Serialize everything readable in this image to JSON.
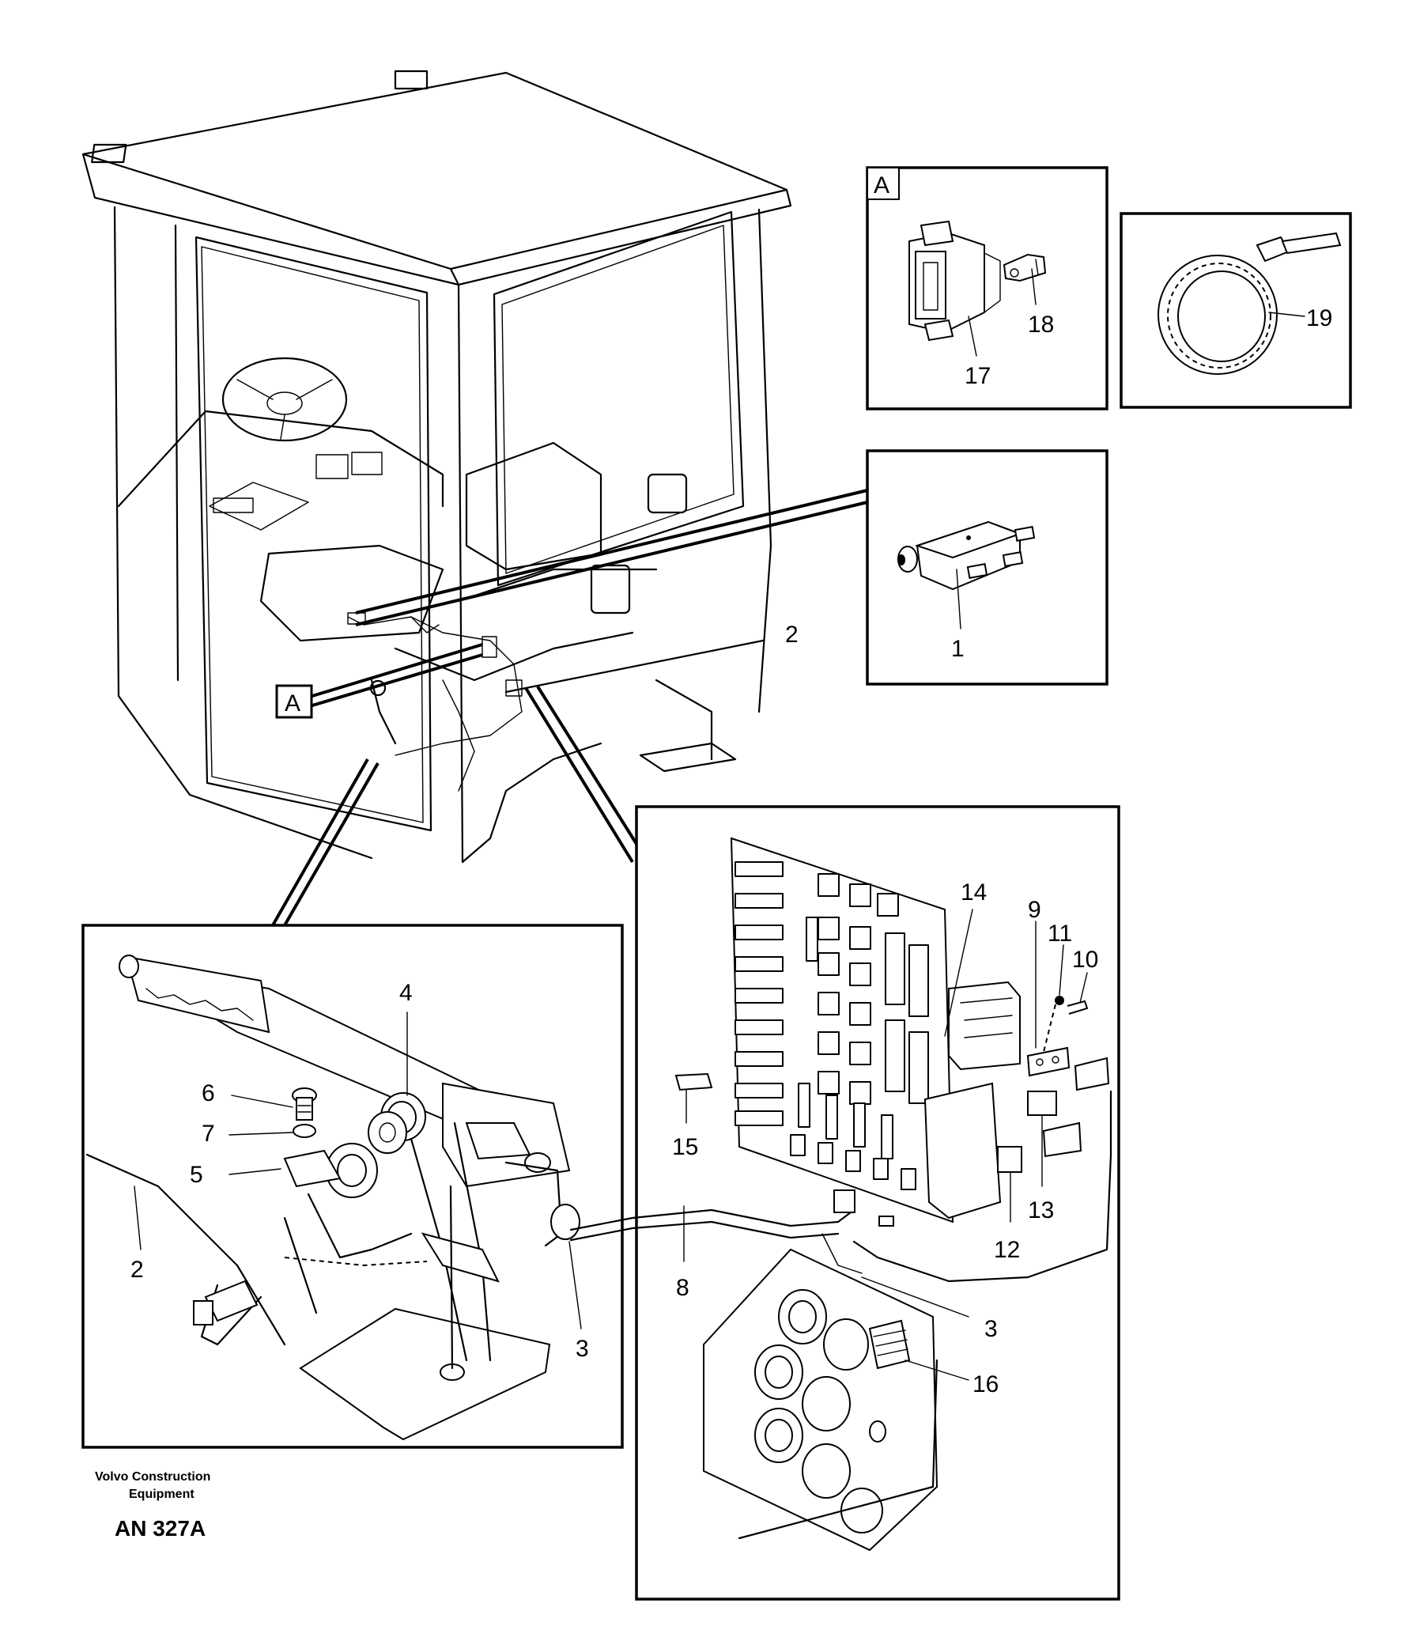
{
  "callouts": {
    "c1": "1",
    "c2_top": "2",
    "c2_left": "2",
    "c3_left": "3",
    "c3_right": "3",
    "c4": "4",
    "c5": "5",
    "c6": "6",
    "c7": "7",
    "c8": "8",
    "c9": "9",
    "c10": "10",
    "c11": "11",
    "c12": "12",
    "c13": "13",
    "c14": "14",
    "c15": "15",
    "c16": "16",
    "c17": "17",
    "c18": "18",
    "c19": "19"
  },
  "view_marker": {
    "main": "A",
    "detail": "A"
  },
  "footer": {
    "brand_line1": "Volvo Construction",
    "brand_line2": "Equipment",
    "drawing_code": "AN 327A"
  }
}
